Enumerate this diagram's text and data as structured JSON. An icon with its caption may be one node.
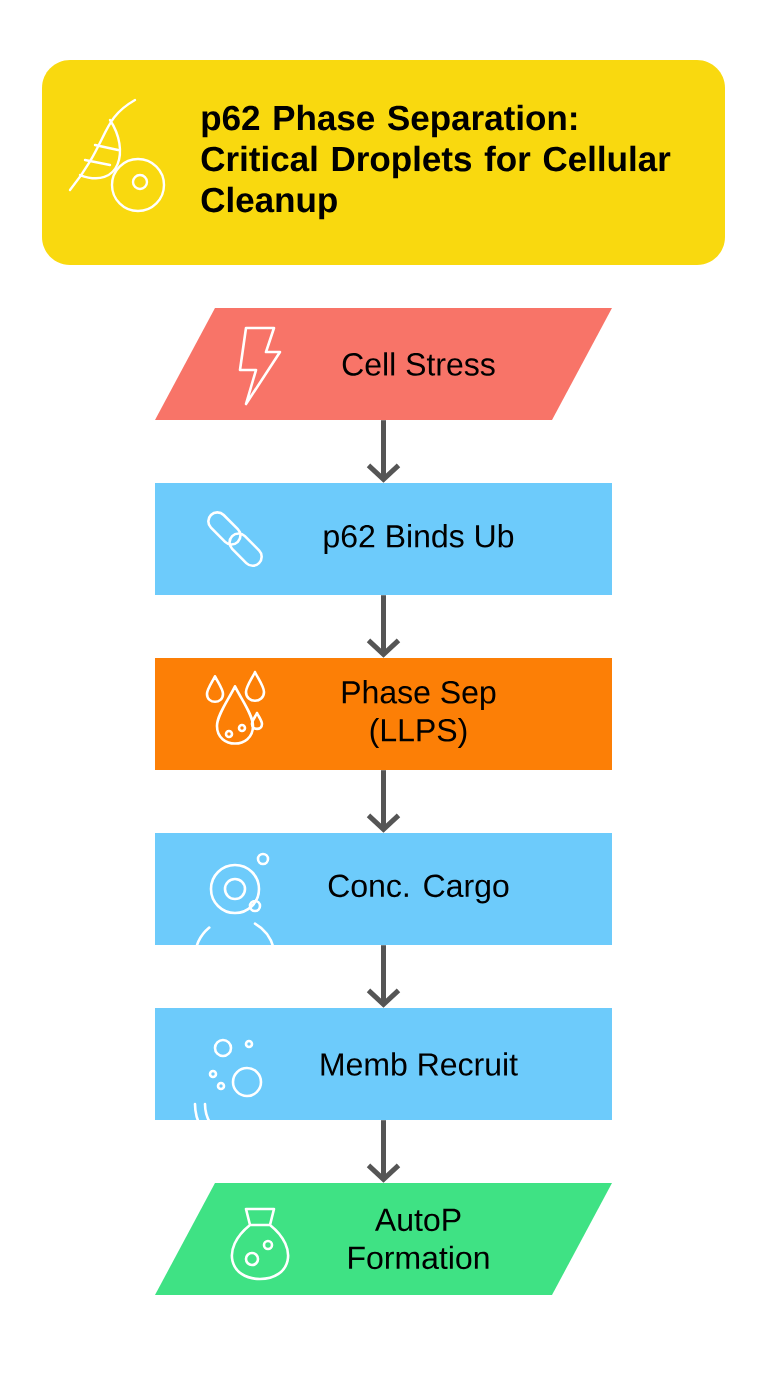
{
  "diagram": {
    "title": "p62 Phase Separation: Critical Droplets for Cellular Cleanup",
    "nodes": [
      {
        "text": [
          "Cell Stress"
        ]
      },
      {
        "text": [
          "p62 Binds Ub"
        ]
      },
      {
        "text": [
          "Phase Sep (LLPS)"
        ]
      },
      {
        "text": [
          "Conc. Cargo"
        ]
      },
      {
        "text": [
          "Memb Recruit"
        ]
      },
      {
        "text": [
          "AutoP Formation"
        ]
      }
    ],
    "edges": [
      {
        "from": 0,
        "to": 1,
        "arrow": "to"
      },
      {
        "from": 1,
        "to": 2,
        "arrow": "to"
      },
      {
        "from": 2,
        "to": 3,
        "arrow": "to"
      },
      {
        "from": 3,
        "to": 4,
        "arrow": "to"
      },
      {
        "from": 4,
        "to": 5,
        "arrow": "to"
      }
    ]
  }
}
